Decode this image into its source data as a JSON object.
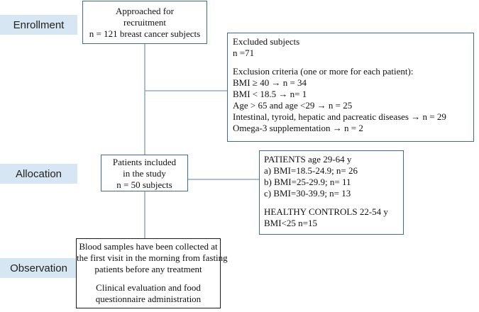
{
  "stages": {
    "enrollment": "Enrollment",
    "allocation": "Allocation",
    "observation": "Observation"
  },
  "approached": {
    "lines": [
      "Approached for",
      "recruitment",
      "n = 121 breast cancer subjects"
    ]
  },
  "excluded": {
    "title": "Excluded subjects",
    "count": " n =71",
    "criteria_heading": "Exclusion criteria (one or more for each patient):",
    "criteria": [
      "BMI ≥ 40 → n = 34",
      "BMI < 18.5 → n= 1",
      " Age > 65 and age <29 → n = 25",
      "Intestinal, tyroid, hepatic and pacreatic diseases → n = 29",
      "Omega-3 supplementation → n = 2"
    ]
  },
  "included": {
    "lines": [
      "Patients included",
      "in the study",
      "n = 50 subjects"
    ]
  },
  "groups": {
    "patients_heading": "PATIENTS age 29-64 y",
    "patients": [
      "a) BMI=18.5-24.9; n= 26",
      "b) BMI=25-29.9; n= 11",
      "c) BMI=30-39.9; n= 13"
    ],
    "controls_heading": "HEALTHY CONTROLS 22-54 y",
    "controls": "BMI<25 n=15"
  },
  "observation": {
    "lines": [
      "Blood samples have been collected at",
      "the first visit in the morning from fasting",
      "patients before any treatment"
    ],
    "lines2": [
      "Clinical evaluation and food",
      "questionnaire administration"
    ]
  },
  "colors": {
    "stage_fill": "#d6e6f2",
    "blue_border": "#3e6c9a",
    "black_border": "#1a1a1a",
    "connector": "#7d9bb8"
  }
}
